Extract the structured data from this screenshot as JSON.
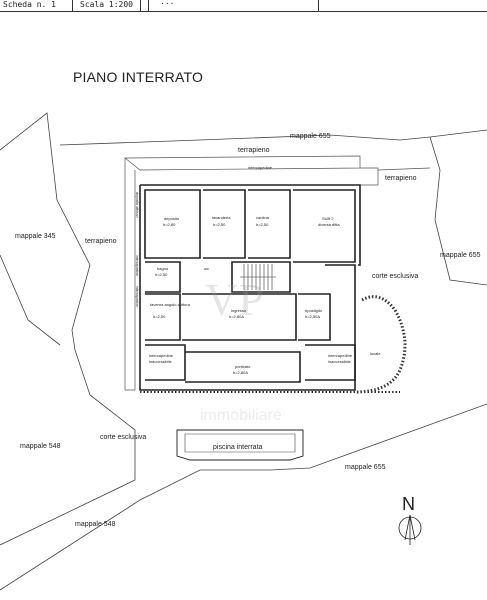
{
  "header": {
    "sheet": "Scheda n. 1",
    "scale": "Scala 1:200",
    "cut_text": "..."
  },
  "title": "PIANO INTERRATO",
  "labels": {
    "mappale_655_top": "mappale 655",
    "terrapieno_top": "terrapieno",
    "intercapedine_top": "intercapedine",
    "terrapieno_right": "terrapieno",
    "mappale_345": "mappale 345",
    "terrapieno_left": "terrapieno",
    "mappale_655_right": "mappale 655",
    "corte_esclusiva_right": "corte esclusiva",
    "mappale_548_mid": "mappale 548",
    "corte_esclusiva_left": "corte esclusiva",
    "piscina": "piscina interrata",
    "mappale_655_bottom": "mappale 655",
    "mappale_548_bottom": "mappale 548",
    "north": "N",
    "deposito_attrezzi": "deposito attrezzi",
    "intercapedine_left": "intercapedine",
    "intercapedine_left2": "intercapedine"
  },
  "rooms": [
    {
      "name": "deposito",
      "sub": "h=2,80"
    },
    {
      "name": "lavanderia",
      "sub": "h=2,50"
    },
    {
      "name": "cantina",
      "sub": "h=2,50"
    },
    {
      "name": "SUB 2",
      "sub": "diversa ditta"
    },
    {
      "name": "bagno",
      "sub": "h=2,50"
    },
    {
      "name": "wc",
      "sub": ""
    },
    {
      "name": "taverna angolo cottura",
      "sub": "h=2,50"
    },
    {
      "name": "ingresso",
      "sub": "h=2,80A"
    },
    {
      "name": "ripostiglio",
      "sub": "h=2,50A"
    },
    {
      "name": "intercapedine",
      "sub": "inaccessibile"
    },
    {
      "name": "porticato",
      "sub": "h=2,80A"
    },
    {
      "name": "intercapedine",
      "sub": "inaccessibile"
    },
    {
      "name": "locale",
      "sub": ""
    }
  ],
  "watermark": "immobiliare"
}
